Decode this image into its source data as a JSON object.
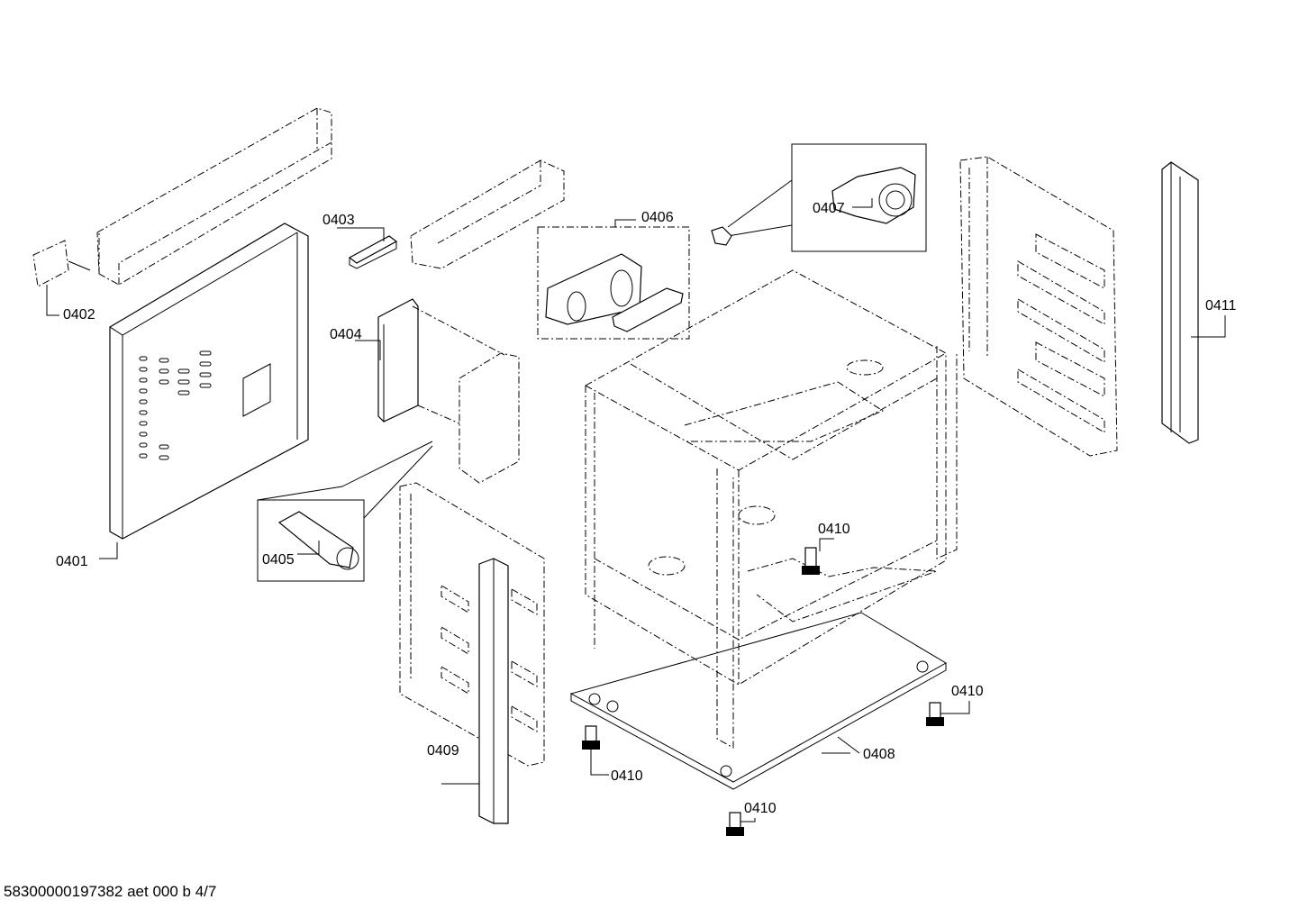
{
  "diagram": {
    "footer": "58300000197382 aet 000 b 4/7",
    "parts": {
      "p0401": "0401",
      "p0402": "0402",
      "p0403": "0403",
      "p0404": "0404",
      "p0405": "0405",
      "p0406": "0406",
      "p0407": "0407",
      "p0408": "0408",
      "p0409": "0409",
      "p0410a": "0410",
      "p0410b": "0410",
      "p0410c": "0410",
      "p0410d": "0410",
      "p0411": "0411"
    }
  }
}
